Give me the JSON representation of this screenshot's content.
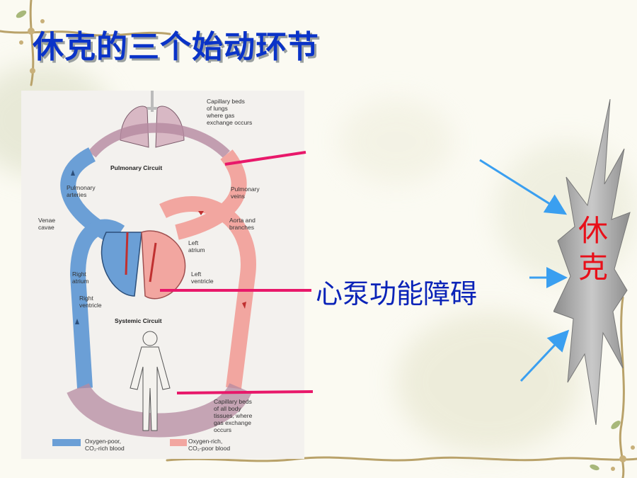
{
  "slide": {
    "title": "休克的三个始动环节",
    "main_label": "心泵功能障碍",
    "burst_text_1": "休",
    "burst_text_2": "克"
  },
  "diagram": {
    "labels": {
      "capillary_lungs_1": "Capillary beds",
      "capillary_lungs_2": "of lungs",
      "capillary_lungs_3": "where gas",
      "capillary_lungs_4": "exchange occurs",
      "pulmonary_circuit": "Pulmonary Circuit",
      "pulmonary_arteries_1": "Pulmonary",
      "pulmonary_arteries_2": "arteries",
      "pulmonary_veins_1": "Pulmonary",
      "pulmonary_veins_2": "veins",
      "venae_cavae_1": "Venae",
      "venae_cavae_2": "cavae",
      "aorta_1": "Aorta and",
      "aorta_2": "branches",
      "left_atrium_1": "Left",
      "left_atrium_2": "atrium",
      "right_atrium_1": "Right",
      "right_atrium_2": "atrium",
      "left_ventricle_1": "Left",
      "left_ventricle_2": "ventricle",
      "right_ventricle_1": "Right",
      "right_ventricle_2": "ventricle",
      "systemic_circuit": "Systemic Circuit",
      "capillary_body_1": "Capillary beds",
      "capillary_body_2": "of all body",
      "capillary_body_3": "tissues, where",
      "capillary_body_4": "gas exchange",
      "capillary_body_5": "occurs",
      "legend_poor_1": "Oxygen-poor,",
      "legend_poor_2": "CO₂-rich blood",
      "legend_rich_1": "Oxygen-rich,",
      "legend_rich_2": "CO₂-poor blood"
    }
  },
  "colors": {
    "title": "#0a33c8",
    "main_label": "#0a23b8",
    "burst_text": "#e8101a",
    "pointer_line": "#e8186a",
    "arrow": "#3a9ff0",
    "oxygen_poor": "#6b9fd6",
    "oxygen_rich": "#f2a6a0"
  }
}
